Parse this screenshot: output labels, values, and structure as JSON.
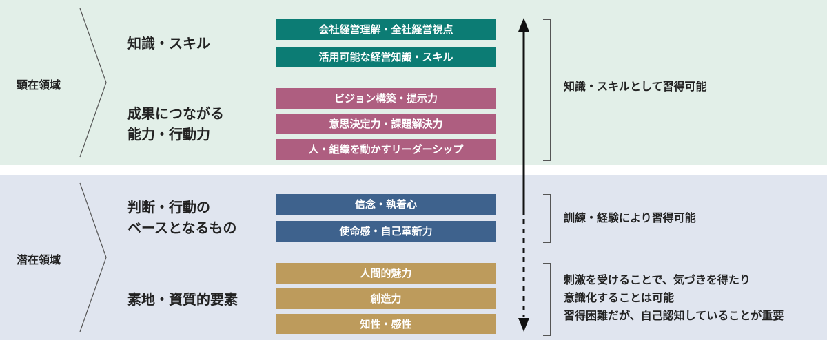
{
  "regions": {
    "top": "顕在領域",
    "bottom": "潜在領域"
  },
  "categories": {
    "knowledge": "知識・スキル",
    "ability_line1": "成果につながる",
    "ability_line2": "能力・行動力",
    "basis_line1": "判断・行動の",
    "basis_line2": "ベースとなるもの",
    "nature": "素地・資質的要素"
  },
  "boxes": {
    "knowledge": [
      "会社経営理解・全社経営視点",
      "活用可能な経営知識・スキル"
    ],
    "ability": [
      "ビジョン構築・提示力",
      "意思決定力・課題解決力",
      "人・組織を動かすリーダーシップ"
    ],
    "basis": [
      "信念・執着心",
      "使命感・自己革新力"
    ],
    "nature": [
      "人間的魅力",
      "創造力",
      "知性・感性"
    ]
  },
  "notes": {
    "learnable": "知識・スキルとして習得可能",
    "training": "訓練・経験により習得可能",
    "hard_line1": "刺激を受けることで、気づきを得たり",
    "hard_line2": "意識化することは可能",
    "hard_line3": "習得困難だが、自己認知していることが重要"
  },
  "colors": {
    "top_band": "#e2efe8",
    "bottom_band": "#e0e5ef",
    "teal": "#0c7c74",
    "rose": "#ae5e80",
    "blue": "#3e628d",
    "gold": "#bd9b5c"
  }
}
